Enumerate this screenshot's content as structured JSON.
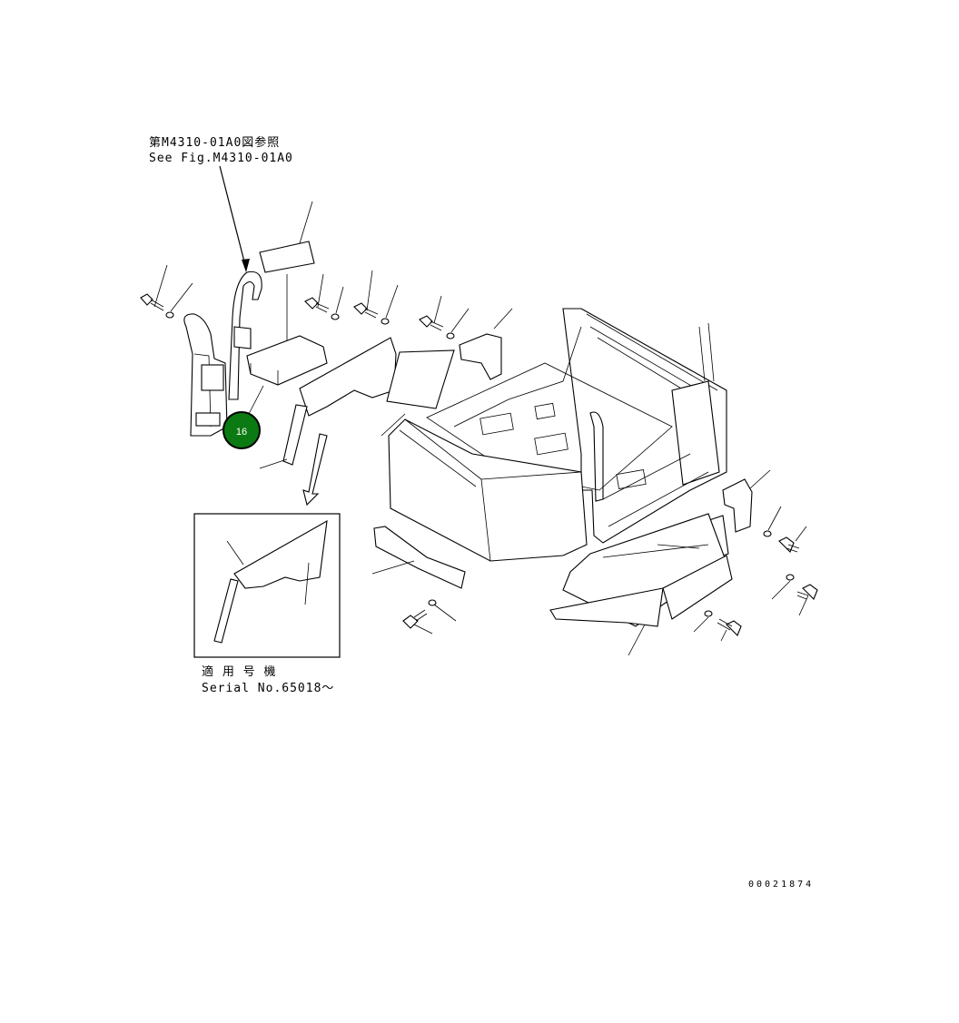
{
  "reference": {
    "line1": "第M4310-01A0図参照",
    "line2": "See Fig.M4310-01A0"
  },
  "serial": {
    "line1": "適 用 号 機",
    "line2": "Serial No.65018～"
  },
  "callout": {
    "number": "16",
    "color": "#0b7a12"
  },
  "document_number": "00021874"
}
